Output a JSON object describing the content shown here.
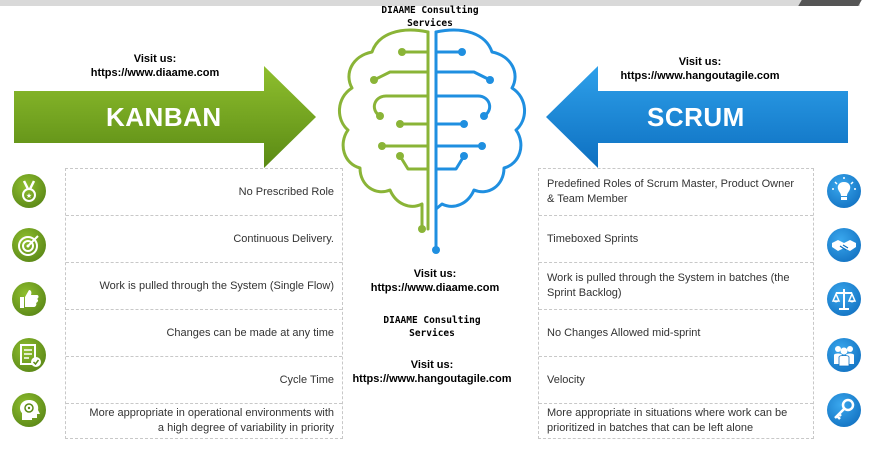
{
  "header": {
    "company_line1": "DIAAME Consulting",
    "company_line2": "Services"
  },
  "kanban": {
    "title": "KANBAN",
    "visit_label": "Visit us:",
    "visit_url": "https://www.diaame.com",
    "color": "#6a9b1d",
    "items": [
      "No Prescribed Role",
      "Continuous Delivery.",
      "Work is pulled through the System (Single Flow)",
      "Changes can be made at any time",
      "Cycle Time",
      "More appropriate in operational environments with a high degree of variability in priority"
    ],
    "icons": [
      "medal-icon",
      "target-icon",
      "thumbs-up-icon",
      "checklist-icon",
      "head-target-icon"
    ]
  },
  "scrum": {
    "title": "SCRUM",
    "visit_label": "Visit us:",
    "visit_url": "https://www.hangoutagile.com",
    "color": "#1a8fd8",
    "items": [
      "Predefined Roles of Scrum Master, Product Owner & Team Member",
      "Timeboxed Sprints",
      "Work is pulled through the System in batches (the Sprint Backlog)",
      "No Changes Allowed mid-sprint",
      "Velocity",
      "More appropriate in situations where work can be prioritized in batches that can be left alone"
    ],
    "icons": [
      "lightbulb-icon",
      "handshake-icon",
      "scales-icon",
      "team-icon",
      "key-icon"
    ]
  },
  "center": {
    "visit1_label": "Visit us:",
    "visit1_url": "https://www.diaame.com",
    "company_line1": "DIAAME Consulting",
    "company_line2": "Services",
    "visit2_label": "Visit us:",
    "visit2_url": "https://www.hangoutagile.com"
  }
}
